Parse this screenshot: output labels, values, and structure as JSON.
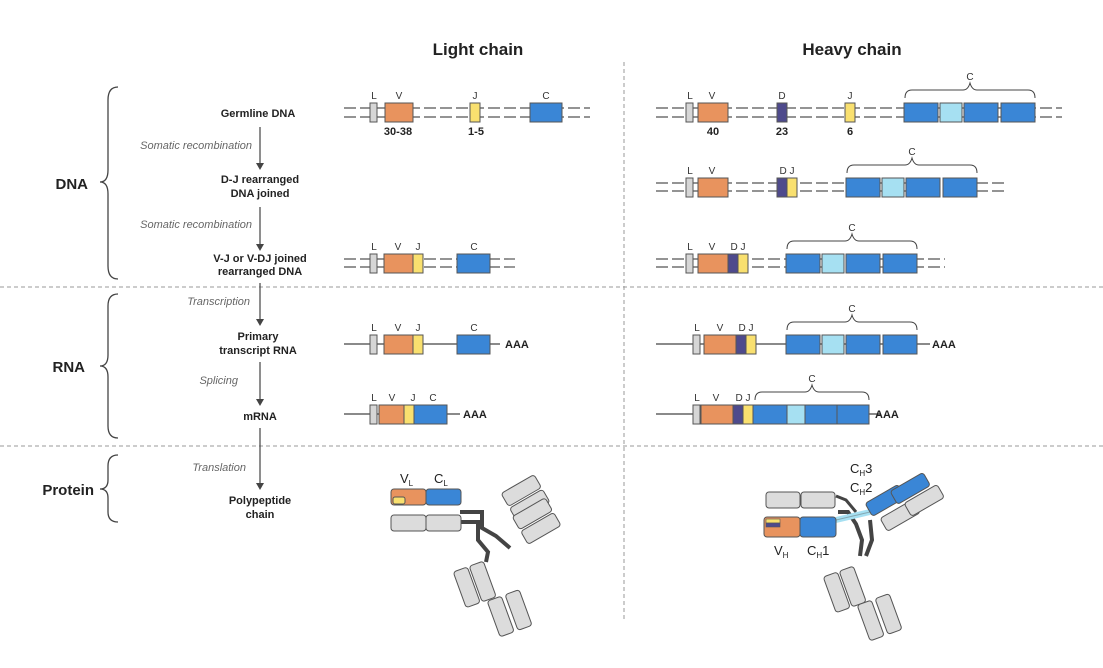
{
  "columns": {
    "light": "Light chain",
    "heavy": "Heavy chain"
  },
  "sections": {
    "dna": "DNA",
    "rna": "RNA",
    "protein": "Protein"
  },
  "steps": {
    "germline": "Germline DNA",
    "dj_line1": "D-J rearranged",
    "dj_line2": "DNA joined",
    "vj_line1": "V-J or V-DJ joined",
    "vj_line2": "rearranged DNA",
    "primary_line1": "Primary",
    "primary_line2": "transcript RNA",
    "mrna": "mRNA",
    "poly_line1": "Polypeptide",
    "poly_line2": "chain"
  },
  "processes": {
    "somatic1": "Somatic recombination",
    "somatic2": "Somatic recombination",
    "transcription": "Transcription",
    "splicing": "Splicing",
    "translation": "Translation"
  },
  "segments": {
    "L": "L",
    "V": "V",
    "D": "D",
    "J": "J",
    "C": "C",
    "DJ": "D J"
  },
  "counts": {
    "light_v": "30-38",
    "light_j": "1-5",
    "heavy_v": "40",
    "heavy_d": "23",
    "heavy_j": "6"
  },
  "polyA": "AAA",
  "domains": {
    "V": "V",
    "C": "C",
    "L_sub": "L",
    "H_sub": "H",
    "ch1": "1",
    "ch2": "2",
    "ch3": "3"
  },
  "colors": {
    "leader": "#d6d6d6",
    "v": "#e8935e",
    "j": "#f9e06f",
    "d": "#4e4a8c",
    "c": "#3a86d6",
    "c_light": "#a6e0f2",
    "protein_grey": "#dcdcdc",
    "outline": "#555555",
    "divider": "#9a9a9a"
  }
}
